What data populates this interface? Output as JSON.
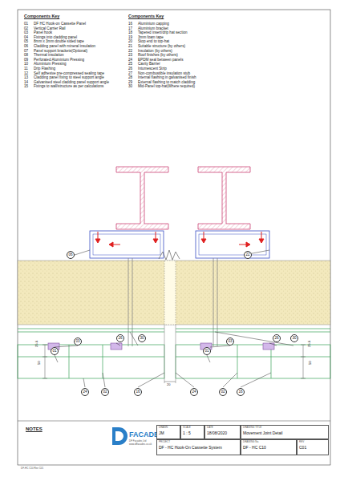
{
  "diagram": {
    "nodes": [
      {
        "text": [
          "06"
        ]
      },
      {
        "text": [
          "22"
        ]
      },
      {
        "text": [
          "01"
        ]
      },
      {
        "text": [
          "03"
        ]
      },
      {
        "text": [
          "26"
        ]
      },
      {
        "text": [
          "30"
        ]
      },
      {
        "text": [
          "01"
        ]
      },
      {
        "text": [
          "03"
        ]
      },
      {
        "text": [
          "26"
        ]
      },
      {
        "text": [
          "30"
        ]
      },
      {
        "text": [
          "24"
        ]
      },
      {
        "text": [
          "02"
        ]
      },
      {
        "text": [
          "16"
        ]
      },
      {
        "text": [
          "24"
        ]
      },
      {
        "text": [
          "02"
        ]
      },
      {
        "text": [
          "16"
        ]
      },
      {
        "text": [
          "DRAWN",
          "JM"
        ]
      },
      {
        "text": [
          "SCALE",
          "1 : 5"
        ]
      },
      {
        "text": [
          "DATE",
          "18/08/2020"
        ]
      },
      {
        "text": [
          "DRAWING TITLE",
          "Movement Joint Detail"
        ]
      },
      {
        "text": [
          "PROJECT",
          "DF - HC Hook-On Cassette System"
        ]
      },
      {
        "text": [
          "DRAWING No.",
          "DF - HC C10"
        ]
      },
      {
        "text": [
          "REV",
          "C01"
        ]
      }
    ],
    "labels": [
      "Components Key",
      "01",
      "DF HC Hook-on Cassette Panel",
      "02",
      "Vertical Carrier Rail",
      "03",
      "Panel hook",
      "04",
      "Fixings into cladding panel",
      "05",
      "8mm x 3mm double sided tape",
      "06",
      "Cladding panel with mineral insulation",
      "07",
      "Panel support brackets(Optional)",
      "08",
      "Thermal insulation",
      "09",
      "Perforated Aluminium Pressing",
      "10",
      "Aluminium Pressing",
      "11",
      "Drip Flashing",
      "12",
      "Self adhesive pre-compressed sealing tape",
      "13",
      "Cladding panel fixing to steel support angle",
      "14",
      "Galvanised steel cladding panel support angle",
      "15",
      "Fixings to wall/structure as per calculations",
      "Components Key",
      "16",
      "Aluminium capping",
      "17",
      "Aluminium bracket",
      "18",
      "Tapered insert/drip hat section",
      "19",
      "3mm foam tape",
      "20",
      "Stop end to top-hat",
      "21",
      "Suitable structure (by others)",
      "22",
      "Insulation (by others)",
      "23",
      "Roof finishes (by others)",
      "24",
      "EPDM seal between panels",
      "25",
      "Cavity Barrier",
      "26",
      "Intumescent Strip",
      "27",
      "Non-combustible insulation stub",
      "28",
      "Internal flashing in galvanised finish",
      "29",
      "External flashing to match cladding",
      "30",
      "Mid-Panel top-hat(Where required)",
      "25.6",
      "50",
      "25.6",
      "50",
      "20",
      "NOTES",
      "FACADES",
      "DF Facades Ltd",
      "www.dffacades.co.uk",
      "DF-HC C10 Rev C01"
    ]
  }
}
